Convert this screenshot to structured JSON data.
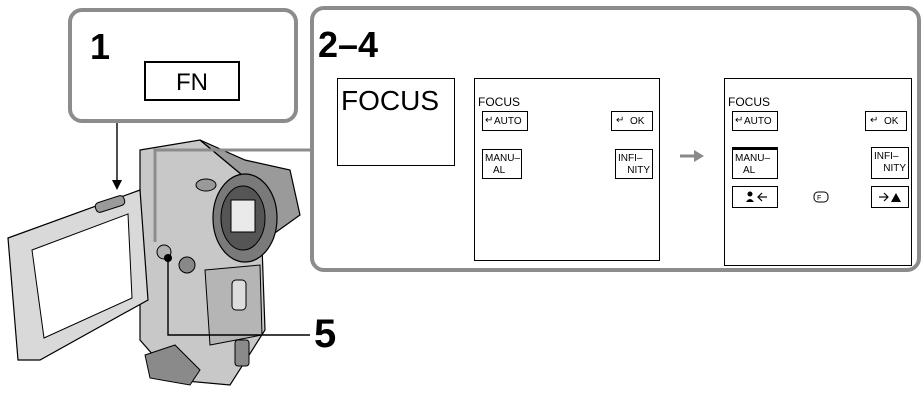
{
  "steps": {
    "step1_number": "1",
    "fn_button_label": "FN",
    "step2_4_number": "2–4",
    "step5_number": "5"
  },
  "focus_large_label": "FOCUS",
  "screen1": {
    "title": "FOCUS",
    "auto_label": "AUTO",
    "ok_label": "OK",
    "manual_line1": "MANU–",
    "manual_line2": "AL",
    "infinity_line1": "INFI–",
    "infinity_line2": "NITY"
  },
  "screen2": {
    "title": "FOCUS",
    "auto_label": "AUTO",
    "ok_label": "OK",
    "manual_line1": "MANU–",
    "manual_line2": "AL",
    "infinity_line1": "INFI–",
    "infinity_line2": "NITY"
  },
  "icons": {
    "return_arrow": "return-arrow-icon",
    "near_focus": "person-near-icon",
    "far_focus": "mountain-far-icon",
    "focus_indicator": "manual-focus-icon",
    "transition": "right-arrow-icon"
  },
  "colors": {
    "panel_border": "#8c8c8c",
    "camera_dark": "#6b6b6b",
    "camera_light": "#d6d6d6"
  }
}
